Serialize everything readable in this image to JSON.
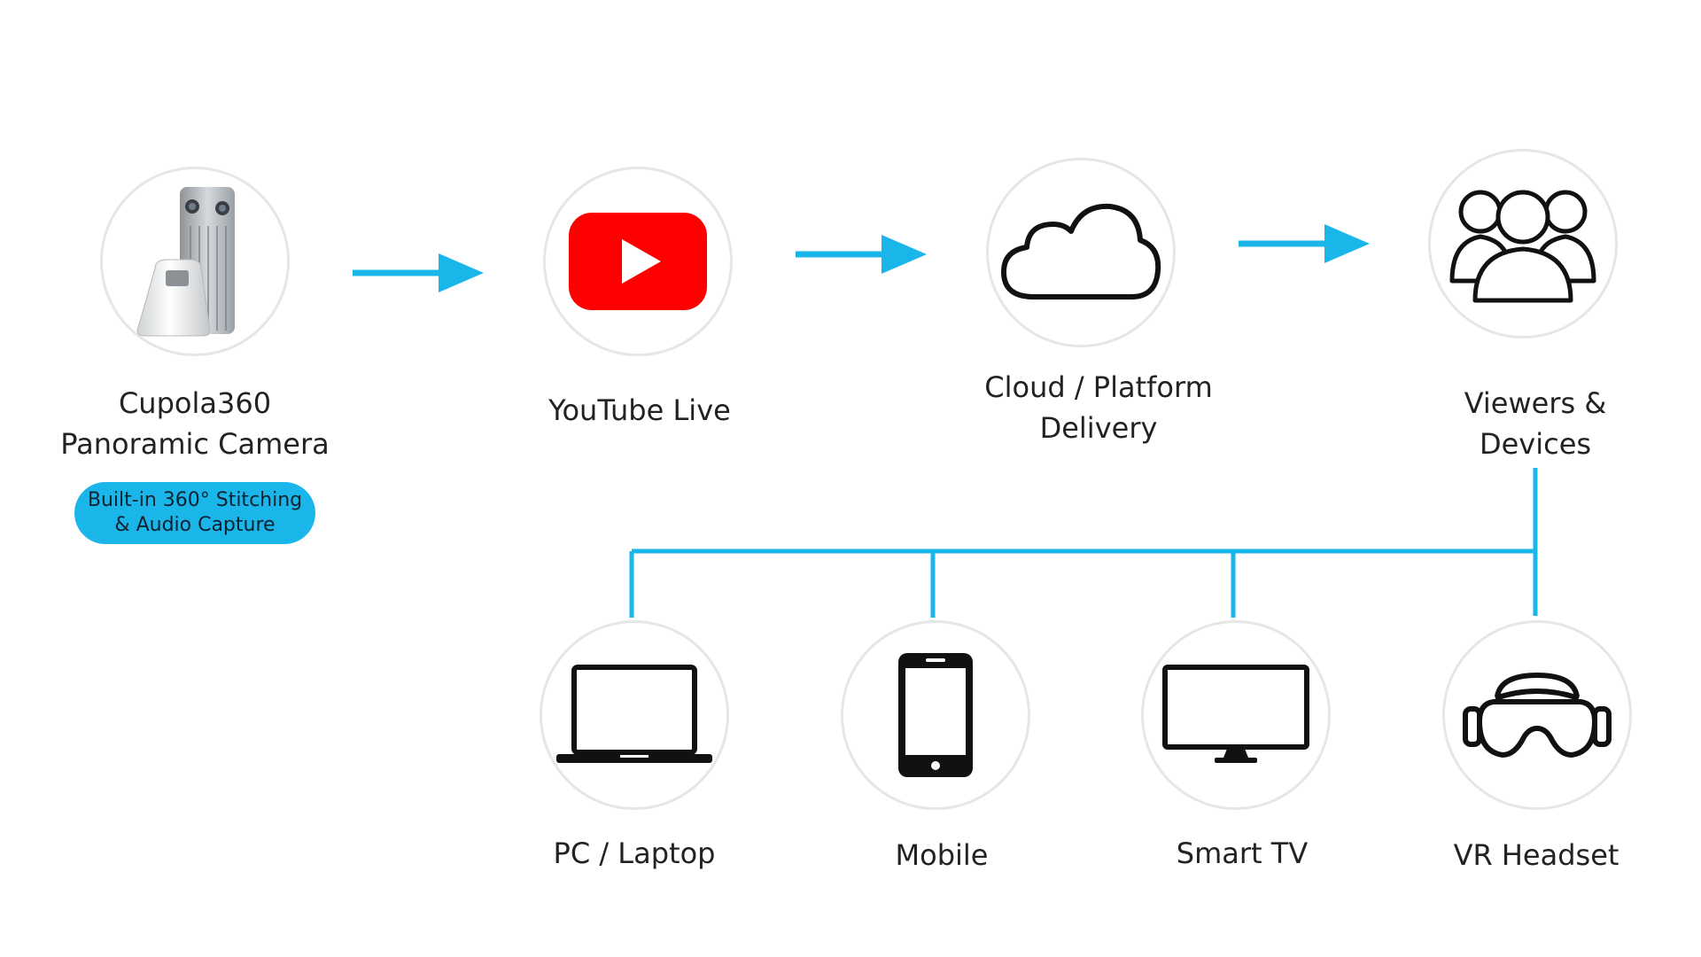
{
  "colors": {
    "accent": "#1ab6ea",
    "youtube_red": "#ff0000",
    "node_border": "#e6e6e6"
  },
  "nodes": {
    "camera": {
      "title_line1": "Cupola360",
      "title_line2": "Panoramic Camera",
      "icon": "camera-device-photo"
    },
    "youtube": {
      "title": "YouTube Live",
      "icon": "youtube-logo-icon"
    },
    "cloud": {
      "title_line1": "Cloud / Platform",
      "title_line2": "Delivery",
      "icon": "cloud-icon"
    },
    "viewers": {
      "title_line1": "Viewers &",
      "title_line2": "Devices",
      "icon": "users-group-icon"
    },
    "pc": {
      "title": "PC / Laptop",
      "icon": "laptop-icon"
    },
    "mobile": {
      "title": "Mobile",
      "icon": "smartphone-icon"
    },
    "tv": {
      "title": "Smart TV",
      "icon": "tv-icon"
    },
    "vr": {
      "title": "VR Headset",
      "icon": "vr-headset-icon"
    }
  },
  "badge": {
    "line1": "Built-in 360° Stitching",
    "line2": "& Audio Capture"
  }
}
